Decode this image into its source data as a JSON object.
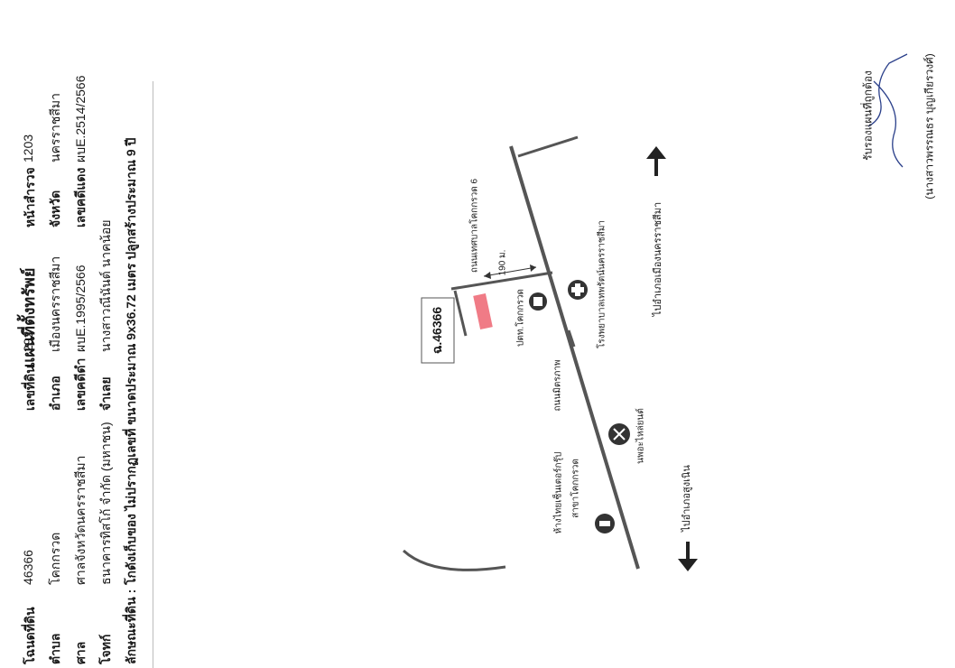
{
  "page": {
    "title": "แผนที่ตั้งทรัพย์"
  },
  "info": {
    "deed_label": "โฉนดที่ดิน",
    "deed_value": "46366",
    "land_no_label": "เลขที่ดิน",
    "land_no_value": "292",
    "survey_label": "หน้าสำรวจ",
    "survey_value": "1203",
    "subdistrict_label": "ตำบล",
    "subdistrict_value": "โคกกรวด",
    "district_label": "อำเภอ",
    "district_value": "เมืองนครราชสีมา",
    "province_label": "จังหวัด",
    "province_value": "นครราชสีมา",
    "court_label": "ศาล",
    "court_value": "ศาลจังหวัดนครราชสีมา",
    "black_case_label": "เลขคดีดำ",
    "black_case_value": "ผบE.1995/2566",
    "red_case_label": "เลขคดีแดง",
    "red_case_value": "ผบE.2514/2566",
    "plaintiff_label": "โจทก์",
    "plaintiff_value": "ธนาคารทิสโก้ จำกัด (มหาชน)",
    "defendant_label": "จำเลย",
    "defendant_value": "นางสาวณีนันต์ นาคน้อย",
    "nature_label": "ลักษณะที่ดิน :",
    "nature_value": "โกดังเก็บของ ไม่ปรากฏเลขที่ ขนาดประมาณ 9x36.72 เมตร ปลูกสร้างประมาณ 9 ปี"
  },
  "map": {
    "parcel_label": "ฉ.46366",
    "road_label": "ถนนเทศบาลโคกกรวด 6",
    "distance_label": "190 ม.",
    "police_label": "ปตท.โคกกรวด",
    "hospital_label": "โรงพยาบาลเทพรัตน์นครราชสีมา",
    "mitraphap_label": "ถนนมิตรภาพ",
    "repair_label": "นพอะไหล่ยนต์",
    "store_label_1": "ห้างไทยเซ็นเตอร์กรุ๊ป",
    "store_label_2": "สาขาโคกกรวด",
    "to_nakhon_label": "ไปอำเภอเมืองนครราชสีมา",
    "to_sung_noen_label": "ไปอำเภอสูงเนิน"
  },
  "certification": {
    "label": "รับรองแผนที่ถูกต้อง",
    "name": "(นางสาวพรรณธร บุญเกียรวงศ์)"
  },
  "colors": {
    "parcel": "#f07b86",
    "road": "#555555",
    "ink": "#2a3f8a"
  }
}
